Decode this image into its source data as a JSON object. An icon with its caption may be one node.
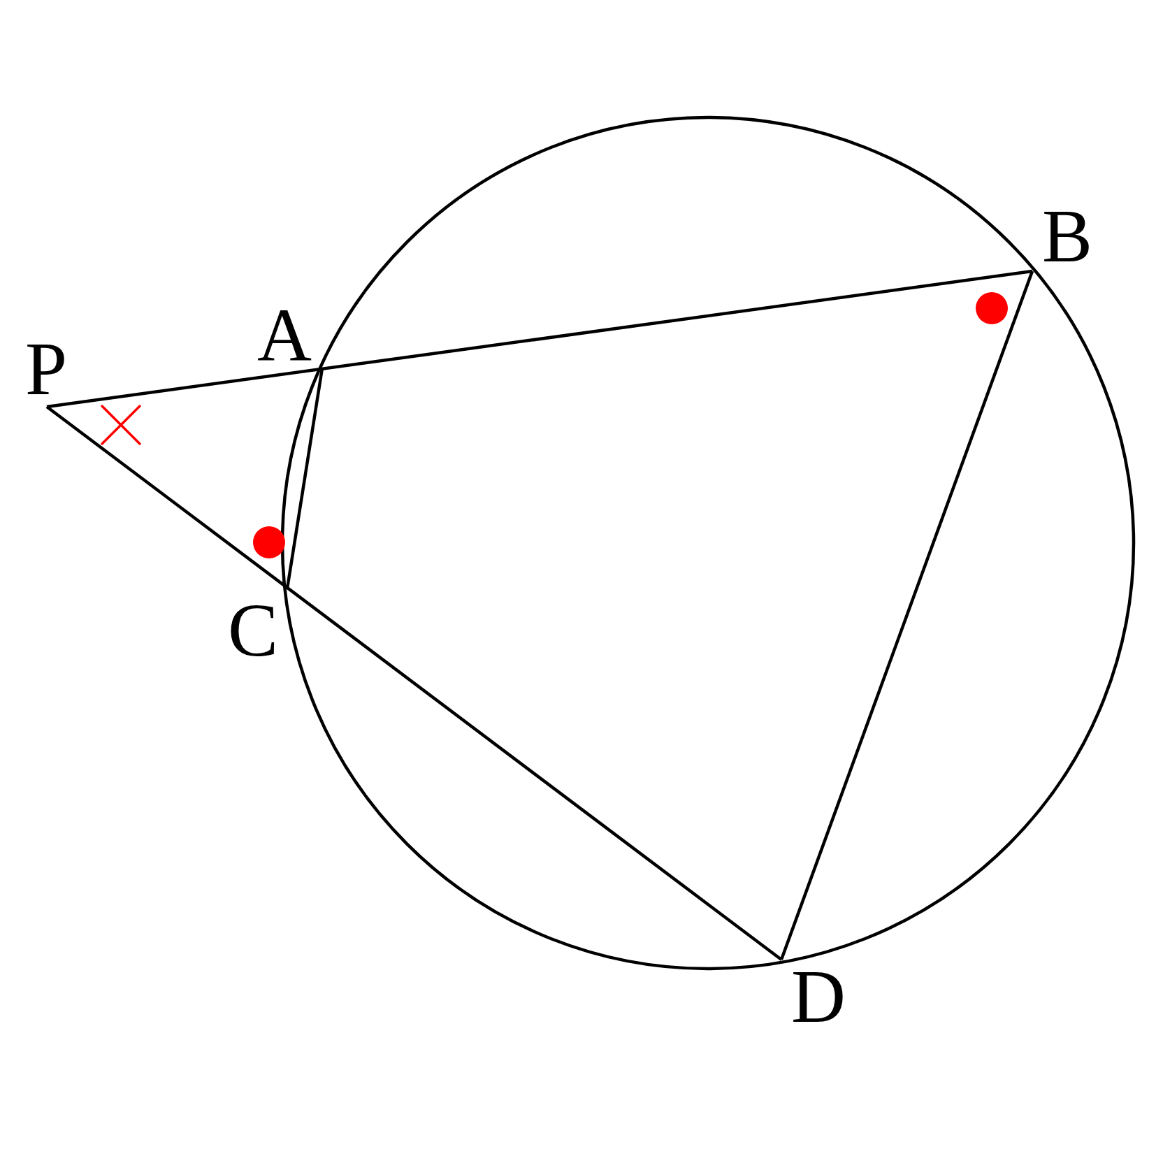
{
  "diagram": {
    "labels": [
      "B",
      "A",
      "P",
      "C",
      "D"
    ]
  }
}
